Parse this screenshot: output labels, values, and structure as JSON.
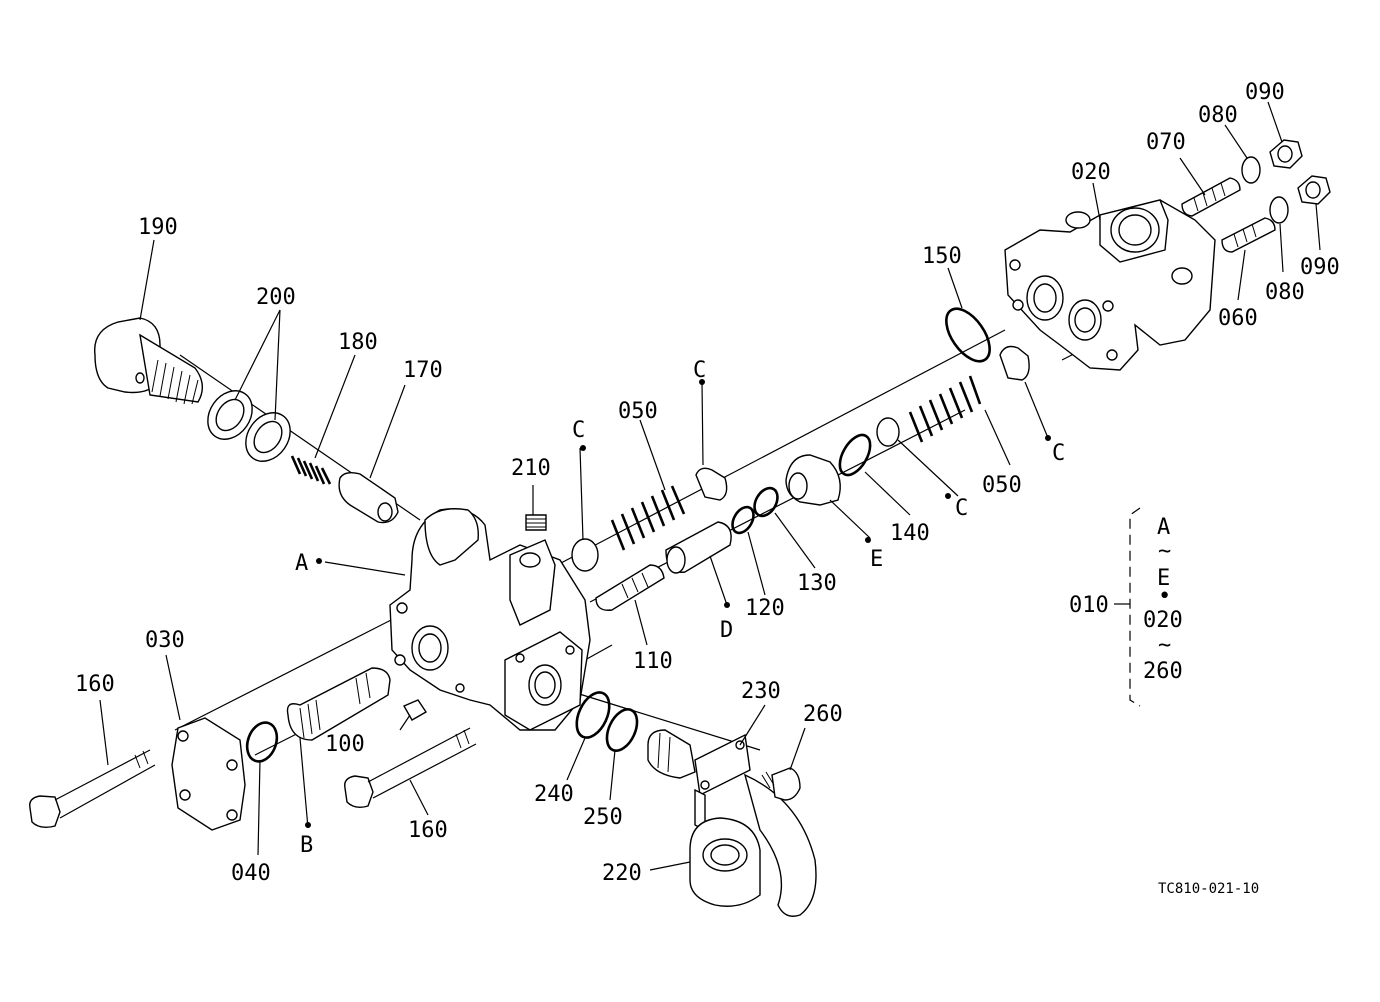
{
  "diagram": {
    "part_labels": {
      "p010": "010",
      "p020": "020",
      "p030": "030",
      "p040": "040",
      "p050a": "050",
      "p050b": "050",
      "p060": "060",
      "p070": "070",
      "p080a": "080",
      "p080b": "080",
      "p090a": "090",
      "p090b": "090",
      "p100": "100",
      "p110": "110",
      "p120": "120",
      "p130": "130",
      "p140": "140",
      "p150": "150",
      "p160a": "160",
      "p160b": "160",
      "p170": "170",
      "p180": "180",
      "p190": "190",
      "p200": "200",
      "p210": "210",
      "p220": "220",
      "p230": "230",
      "p240": "240",
      "p250": "250",
      "p260": "260"
    },
    "letter_labels": {
      "A": "A",
      "B": "B",
      "C1": "C",
      "C2": "C",
      "C3": "C",
      "C4": "C",
      "D": "D",
      "E": "E"
    },
    "assembly_bracket": {
      "top": "A",
      "tilde1": "~",
      "mid": "E",
      "sep": "•",
      "code": "020",
      "tilde2": "~",
      "bottom": "260"
    },
    "reference_code": "TC810-021-10"
  }
}
